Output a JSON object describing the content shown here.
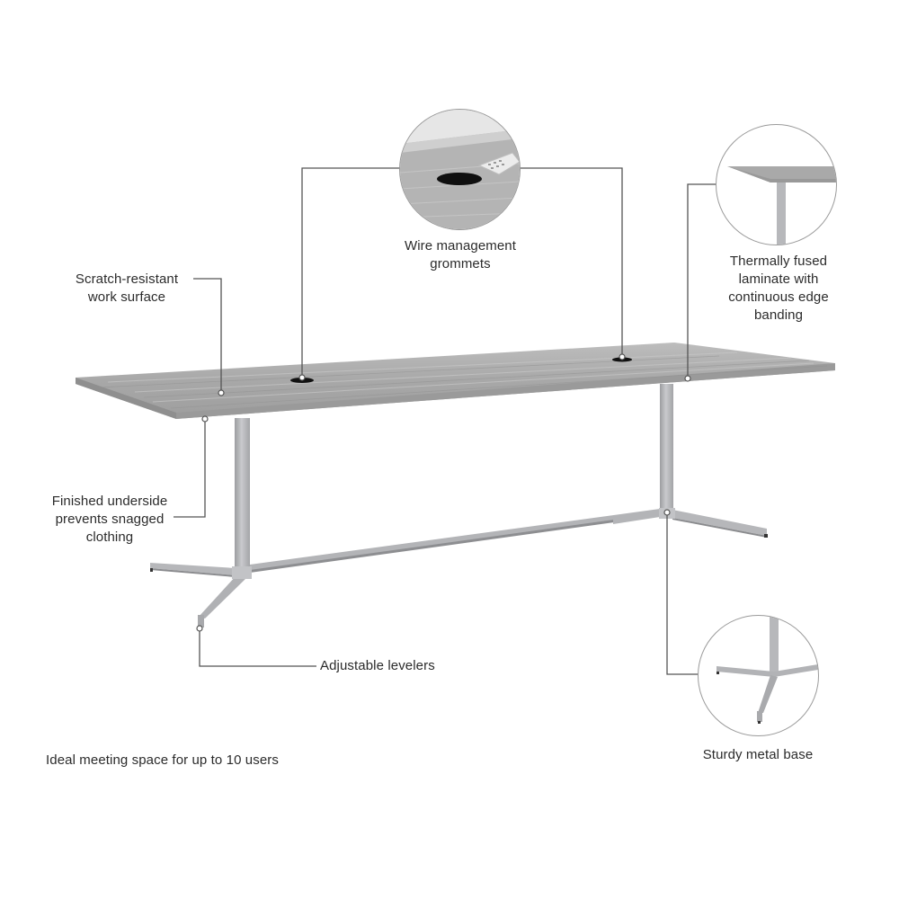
{
  "diagram": {
    "subject": "Boat-shaped conference table with metal X-base",
    "colors": {
      "background": "#ffffff",
      "leader_line": "#555555",
      "tabletop": "#a9a9a9",
      "tabletop_edge": "#8f8f8f",
      "metal_base": "#b9babd",
      "text": "#2b2b2b",
      "inset_border": "#9a9a9a",
      "grommet": "#111111"
    },
    "callouts": [
      {
        "id": "grommets",
        "lines": [
          "Wire management",
          "grommets"
        ],
        "has_inset": true,
        "inset": "grommet-closeup"
      },
      {
        "id": "laminate",
        "lines": [
          "Thermally fused",
          "laminate with",
          "continuous edge",
          "banding"
        ],
        "has_inset": true,
        "inset": "edge-closeup"
      },
      {
        "id": "surface",
        "lines": [
          "Scratch-resistant",
          "work surface"
        ],
        "has_inset": false
      },
      {
        "id": "underside",
        "lines": [
          "Finished underside",
          "prevents snagged",
          "clothing"
        ],
        "has_inset": false
      },
      {
        "id": "levelers",
        "lines": [
          "Adjustable levelers"
        ],
        "has_inset": false
      },
      {
        "id": "base",
        "lines": [
          "Sturdy metal base"
        ],
        "has_inset": true,
        "inset": "base-closeup"
      }
    ],
    "footer_note": "Ideal meeting space for up to 10 users"
  }
}
